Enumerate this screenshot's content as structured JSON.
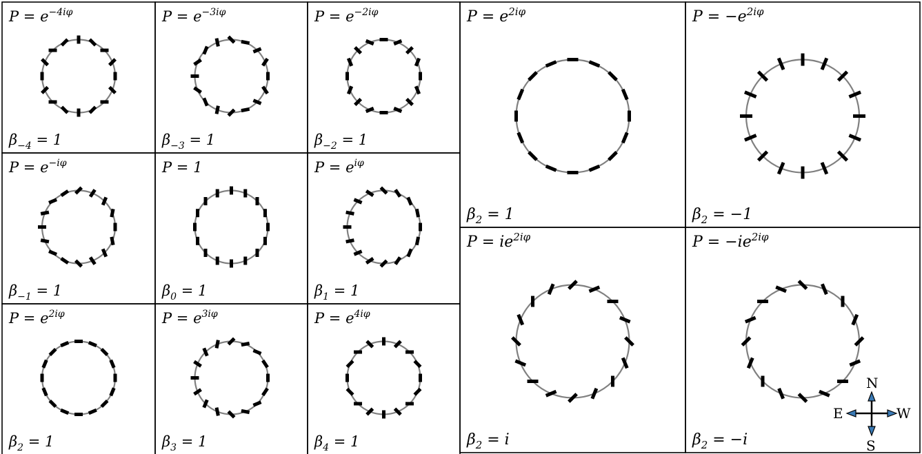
{
  "panels": [
    {
      "id": "pm4",
      "top": "P = e",
      "top_sup": "−4iφ",
      "bottom": "β",
      "bottom_sub": "−4",
      "bottom_rhs": " = 1",
      "k": -4,
      "beta": "1"
    },
    {
      "id": "pm3",
      "top": "P = e",
      "top_sup": "−3iφ",
      "bottom": "β",
      "bottom_sub": "−3",
      "bottom_rhs": " = 1",
      "k": -3,
      "beta": "1"
    },
    {
      "id": "pm2",
      "top": "P = e",
      "top_sup": "−2iφ",
      "bottom": "β",
      "bottom_sub": "−2",
      "bottom_rhs": " = 1",
      "k": -2,
      "beta": "1"
    },
    {
      "id": "pm1",
      "top": "P = e",
      "top_sup": "−iφ",
      "bottom": "β",
      "bottom_sub": "−1",
      "bottom_rhs": " = 1",
      "k": -1,
      "beta": "1"
    },
    {
      "id": "p0",
      "top": "P = 1",
      "top_sup": "",
      "bottom": "β",
      "bottom_sub": "0",
      "bottom_rhs": " = 1",
      "k": 0,
      "beta": "1"
    },
    {
      "id": "p1",
      "top": "P = e",
      "top_sup": "iφ",
      "bottom": "β",
      "bottom_sub": "1",
      "bottom_rhs": " = 1",
      "k": 1,
      "beta": "1"
    },
    {
      "id": "p2",
      "top": "P = e",
      "top_sup": "2iφ",
      "bottom": "β",
      "bottom_sub": "2",
      "bottom_rhs": " = 1",
      "k": 2,
      "beta": "1"
    },
    {
      "id": "p3",
      "top": "P = e",
      "top_sup": "3iφ",
      "bottom": "β",
      "bottom_sub": "3",
      "bottom_rhs": " = 1",
      "k": 3,
      "beta": "1"
    },
    {
      "id": "p4",
      "top": "P = e",
      "top_sup": "4iφ",
      "bottom": "β",
      "bottom_sub": "4",
      "bottom_rhs": " = 1",
      "k": 4,
      "beta": "1"
    },
    {
      "id": "big-a",
      "top": "P = e",
      "top_sup": "2iφ",
      "bottom": "β",
      "bottom_sub": "2",
      "bottom_rhs": " = 1",
      "k": 2,
      "beta": "1"
    },
    {
      "id": "big-b",
      "top": "P = −e",
      "top_sup": "2iφ",
      "bottom": "β",
      "bottom_sub": "2",
      "bottom_rhs": " = −1",
      "k": 2,
      "beta": "-1"
    },
    {
      "id": "big-c",
      "top": "P = ie",
      "top_sup": "2iφ",
      "bottom": "β",
      "bottom_sub": "2",
      "bottom_rhs": " = i",
      "k": 2,
      "beta": "i"
    },
    {
      "id": "big-d",
      "top": "P = −ie",
      "top_sup": "2iφ",
      "bottom": "β",
      "bottom_sub": "2",
      "bottom_rhs": " = −i",
      "k": 2,
      "beta": "-i"
    }
  ],
  "compass": {
    "n": "N",
    "s": "S",
    "e": "E",
    "w": "W"
  },
  "colors": {
    "ring": "#808080",
    "tick": "#000000",
    "arrow": "#3a7ab5"
  }
}
